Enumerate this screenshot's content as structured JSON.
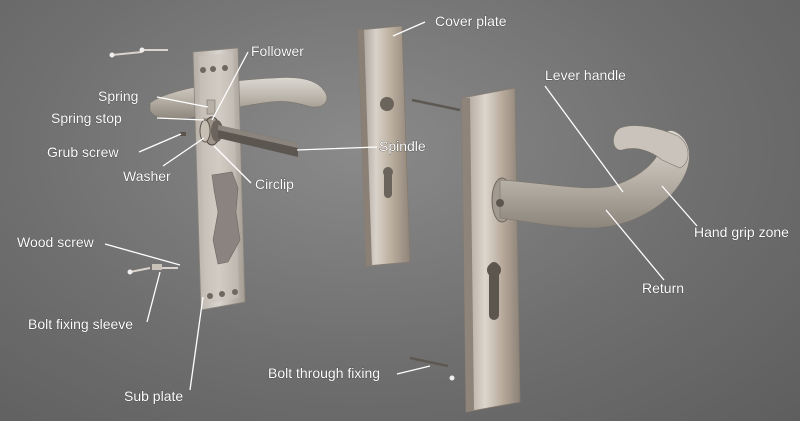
{
  "labels": {
    "cover_plate": "Cover plate",
    "follower": "Follower",
    "spring": "Spring",
    "spring_stop": "Spring stop",
    "grub_screw": "Grub screw",
    "washer": "Washer",
    "circlip": "Circlip",
    "spindle": "Spindle",
    "lever_handle": "Lever handle",
    "hand_grip_zone": "Hand grip zone",
    "return": "Return",
    "wood_screw": "Wood screw",
    "bolt_fixing_sleeve": "Bolt fixing sleeve",
    "sub_plate": "Sub plate",
    "bolt_through_fixing": "Bolt through fixing"
  }
}
